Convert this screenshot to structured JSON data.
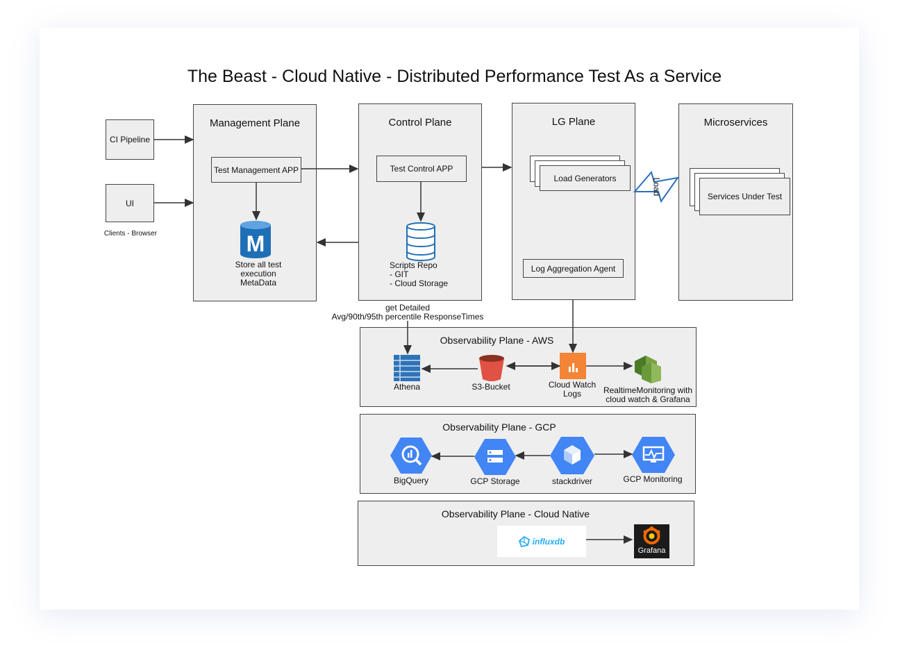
{
  "title": "The Beast - Cloud Native - Distributed Performance Test As a Service",
  "clients": {
    "ci_pipeline": "CI Pipeline",
    "ui": "UI",
    "caption": "Clients - Browser"
  },
  "management_plane": {
    "title": "Management Plane",
    "app": "Test Management APP",
    "store_label": "Store all test\nexecution\nMetaData",
    "db_letter": "M"
  },
  "control_plane": {
    "title": "Control Plane",
    "app": "Test Control APP",
    "repo_label": "Scripts Repo\n- GIT\n- Cloud Storage"
  },
  "lg_plane": {
    "title": "LG Plane",
    "generators": "Load Generators",
    "agent": "Log Aggregation Agent"
  },
  "load_label": "Load",
  "microservices": {
    "title": "Microservices",
    "services": "Services Under Test"
  },
  "query_label": "get Detailed\nAvg/90th/95th percentile ResponseTimes",
  "aws": {
    "title": "Observability Plane - AWS",
    "athena": "Athena",
    "s3": "S3-Bucket",
    "cloudwatch": "Cloud Watch\nLogs",
    "realtime": "RealtimeMonitoring with\ncloud watch & Grafana"
  },
  "gcp": {
    "title": "Observability Plane - GCP",
    "bigquery": "BigQuery",
    "storage": "GCP Storage",
    "stackdriver": "stackdriver",
    "monitoring": "GCP Monitoring"
  },
  "cloud_native": {
    "title": "Observability Plane - Cloud Native",
    "influxdb": "influxdb",
    "grafana": "Grafana"
  },
  "colors": {
    "plane_fill": "#eeeeee",
    "border": "#444444",
    "gcp_blue": "#4285f4",
    "aws_orange": "#f58536",
    "aws_red": "#e05243",
    "aws_green": "#6b9a3a",
    "athena_blue": "#2e73b8",
    "db_blue": "#1f6fb6"
  }
}
